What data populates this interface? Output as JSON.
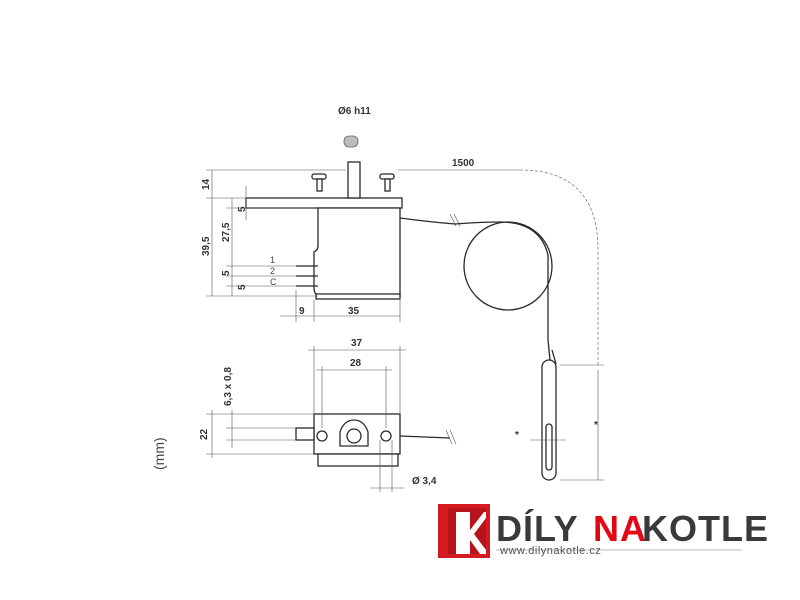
{
  "drawing": {
    "shaft_label": "Ø6 h11",
    "capillary_length": "1500",
    "dim_14": "14",
    "dim_5_top": "5",
    "dim_39_5": "39,5",
    "dim_27_5": "27,5",
    "dim_5_mid": "5",
    "dim_5_low": "5",
    "terminal_1": "1",
    "terminal_2": "2",
    "terminal_c": "C",
    "dim_9": "9",
    "dim_35": "35",
    "dim_37": "37",
    "dim_28": "28",
    "dim_tab": "6,3 x 0,8",
    "dim_22": "22",
    "dim_hole": "Ø 3,4",
    "star_a": "*",
    "star_b": "*",
    "units": "(mm)"
  },
  "brand": {
    "name_part1": "DÍLY",
    "name_part2": "NA",
    "name_part3": "KOTLE",
    "url": "www.dilynakotle.cz",
    "colors": {
      "red": "#e30613",
      "dark": "#3a3a3a"
    }
  }
}
